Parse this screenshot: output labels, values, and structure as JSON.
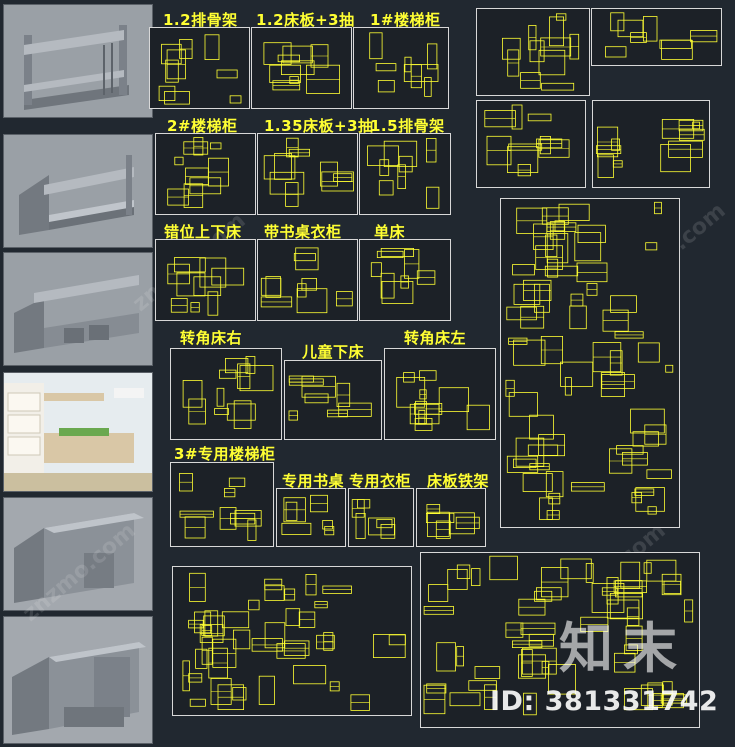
{
  "titles": {
    "t1": "1.2排骨架",
    "t2": "1.2床板+3抽",
    "t3": "1#楼梯柜",
    "t4": "2#楼梯柜",
    "t5": "1.35床板+3抽",
    "t6": "1.5排骨架",
    "t7": "错位上下床",
    "t8": "带书桌衣柜",
    "t9": "单床",
    "t10": "转角床右",
    "t11": "儿童下床",
    "t12": "转角床左",
    "t13": "3#专用楼梯柜",
    "t14": "专用书桌",
    "t15": "专用衣柜",
    "t16": "床板铁架"
  },
  "watermark": {
    "logo": "知末",
    "id": "ID: 381331742",
    "site": "znzmo.com"
  },
  "colors": {
    "background": "#212830",
    "cad_line": "#ffff33",
    "sheet_border": "#d8d8d8"
  }
}
